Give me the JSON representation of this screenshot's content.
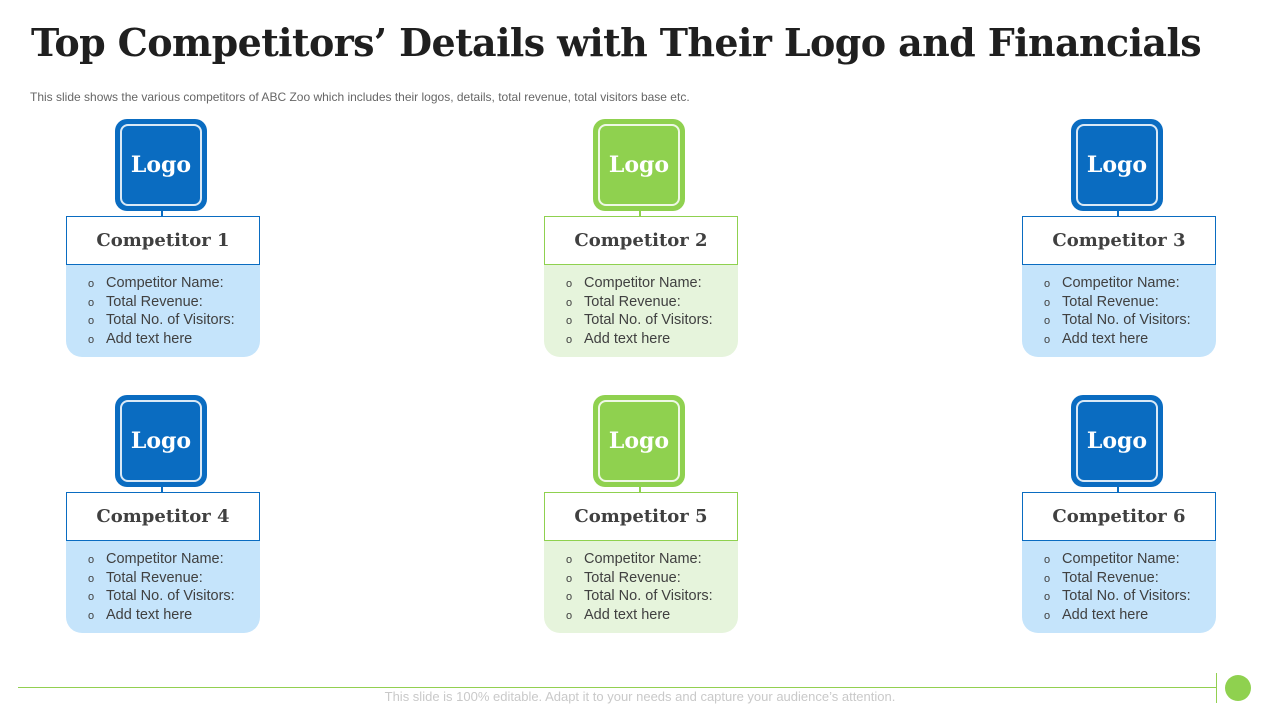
{
  "slide": {
    "title": "Top Competitors’ Details with Their Logo and Financials",
    "subtitle": "This slide shows the various  competitors of ABC Zoo which includes their logos, details, total revenue,  total visitors base etc.",
    "footer": "This slide is 100% editable. Adapt it to your needs and capture your audience’s attention."
  },
  "colors": {
    "blue": "#0a6cc1",
    "green": "#8fd14f",
    "blue_light": "#c5e4fb",
    "green_light": "#e6f4dc"
  },
  "competitors": [
    {
      "logo": "Logo",
      "name": "Competitor 1",
      "items": [
        "Competitor Name:",
        "Total Revenue:",
        "Total No. of Visitors:",
        "Add text here"
      ]
    },
    {
      "logo": "Logo",
      "name": "Competitor 2",
      "items": [
        "Competitor Name:",
        "Total Revenue:",
        "Total No. of Visitors:",
        "Add text here"
      ]
    },
    {
      "logo": "Logo",
      "name": "Competitor 3",
      "items": [
        "Competitor Name:",
        "Total Revenue:",
        "Total No. of Visitors:",
        "Add text here"
      ]
    },
    {
      "logo": "Logo",
      "name": "Competitor 4",
      "items": [
        "Competitor Name:",
        "Total Revenue:",
        "Total No. of Visitors:",
        "Add text here"
      ]
    },
    {
      "logo": "Logo",
      "name": "Competitor 5",
      "items": [
        "Competitor Name:",
        "Total Revenue:",
        "Total No. of Visitors:",
        "Add text here"
      ]
    },
    {
      "logo": "Logo",
      "name": "Competitor 6",
      "items": [
        "Competitor Name:",
        "Total Revenue:",
        "Total No. of Visitors:",
        "Add text here"
      ]
    }
  ]
}
